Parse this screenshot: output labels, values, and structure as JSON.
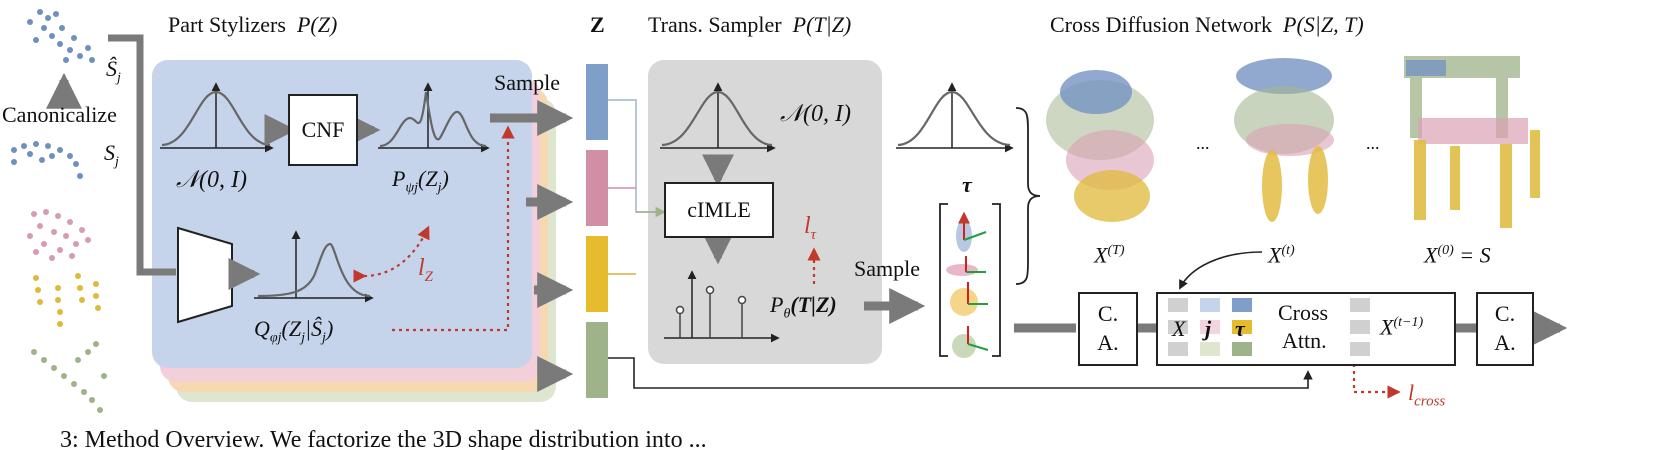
{
  "titles": {
    "part_stylizers": "Part Stylizers",
    "part_stylizers_math": "P(Z)",
    "z_col": "Z",
    "trans_sampler": "Trans. Sampler",
    "trans_sampler_math": "P(T|Z)",
    "cross_diffusion": "Cross Diffusion Network",
    "cross_diffusion_math": "P(S|Z, T)"
  },
  "left": {
    "canonicalize": "Canonicalize",
    "s_hat": "Ŝ",
    "s_hat_sub": "j",
    "s_j": "S",
    "s_j_sub": "j"
  },
  "stylizer": {
    "normal_label": "𝒩(0, I)",
    "cnf": "CNF",
    "p_psi": "P",
    "p_psi_sub": "ψj",
    "p_psi_arg": "(Z",
    "p_psi_arg_sub": "j",
    "q_label": "Q",
    "q_sub": "φj",
    "q_arg": "(Z",
    "q_arg_sub": "j",
    "q_given": "|Ŝ",
    "q_given_sub": "j",
    "loss_z": "l",
    "loss_z_sub": "Z",
    "sample": "Sample"
  },
  "sampler": {
    "normal_label": "𝒩(0, I)",
    "cimle": "cIMLE",
    "loss_tau": "l",
    "loss_tau_sub": "τ",
    "p_theta": "P",
    "p_theta_sub": "θ",
    "p_theta_arg": "(T|Z)",
    "sample": "Sample",
    "tau": "τ"
  },
  "diffusion": {
    "dots1": "...",
    "dots2": "...",
    "x_T": "X",
    "x_T_sup": "(T)",
    "x_t": "X",
    "x_t_sup": "(t)",
    "x_0": "X",
    "x_0_sup": "(0)",
    "x_0_eq": "= S",
    "ca_left": "C.\nA.",
    "ca_right": "C.\nA.",
    "cross_attn_1": "Cross",
    "cross_attn_2": "Attn.",
    "x_label": "X",
    "j_label": "j",
    "tau_label": "τ",
    "x_t_minus": "X",
    "x_t_minus_sup": "(t−1)",
    "loss_cross": "l",
    "loss_cross_sub": "cross"
  },
  "colors": {
    "blue": "#7f9fc8",
    "pink": "#d18fa6",
    "yellow": "#e7bb2e",
    "green": "#9fb38a",
    "panel_blue": "#c5d4ea",
    "panel_gray": "#d8d8d8",
    "arrow_gray": "#7a7a7a",
    "red": "#c0392b"
  },
  "caption_fragment": "3: Method Overview. We factorize the 3D shape distribution into ... "
}
